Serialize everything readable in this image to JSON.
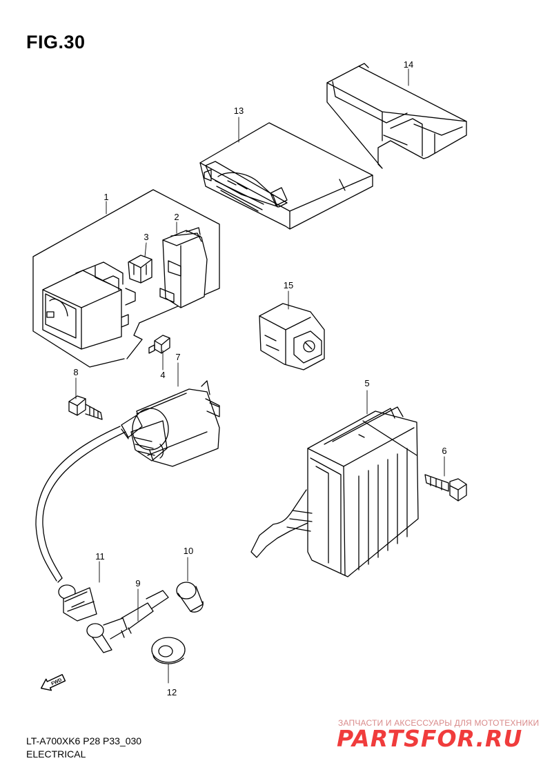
{
  "figure": {
    "title": "FIG.30",
    "model_code": "LT-A700XK6 P28 P33_030",
    "section": "ELECTRICAL"
  },
  "callouts": [
    "1",
    "2",
    "3",
    "4",
    "5",
    "6",
    "7",
    "8",
    "9",
    "10",
    "11",
    "12",
    "13",
    "14",
    "15"
  ],
  "fwd_label": "FWD",
  "watermark": {
    "tagline": "ЗАПЧАСТИ И АКСЕССУАРЫ ДЛЯ МОТОТЕХНИКИ",
    "logo": "PARTSFOR.RU"
  },
  "colors": {
    "line": "#000000",
    "watermark_red": "#f03c3c",
    "watermark_tagline": "#d98a8a"
  }
}
